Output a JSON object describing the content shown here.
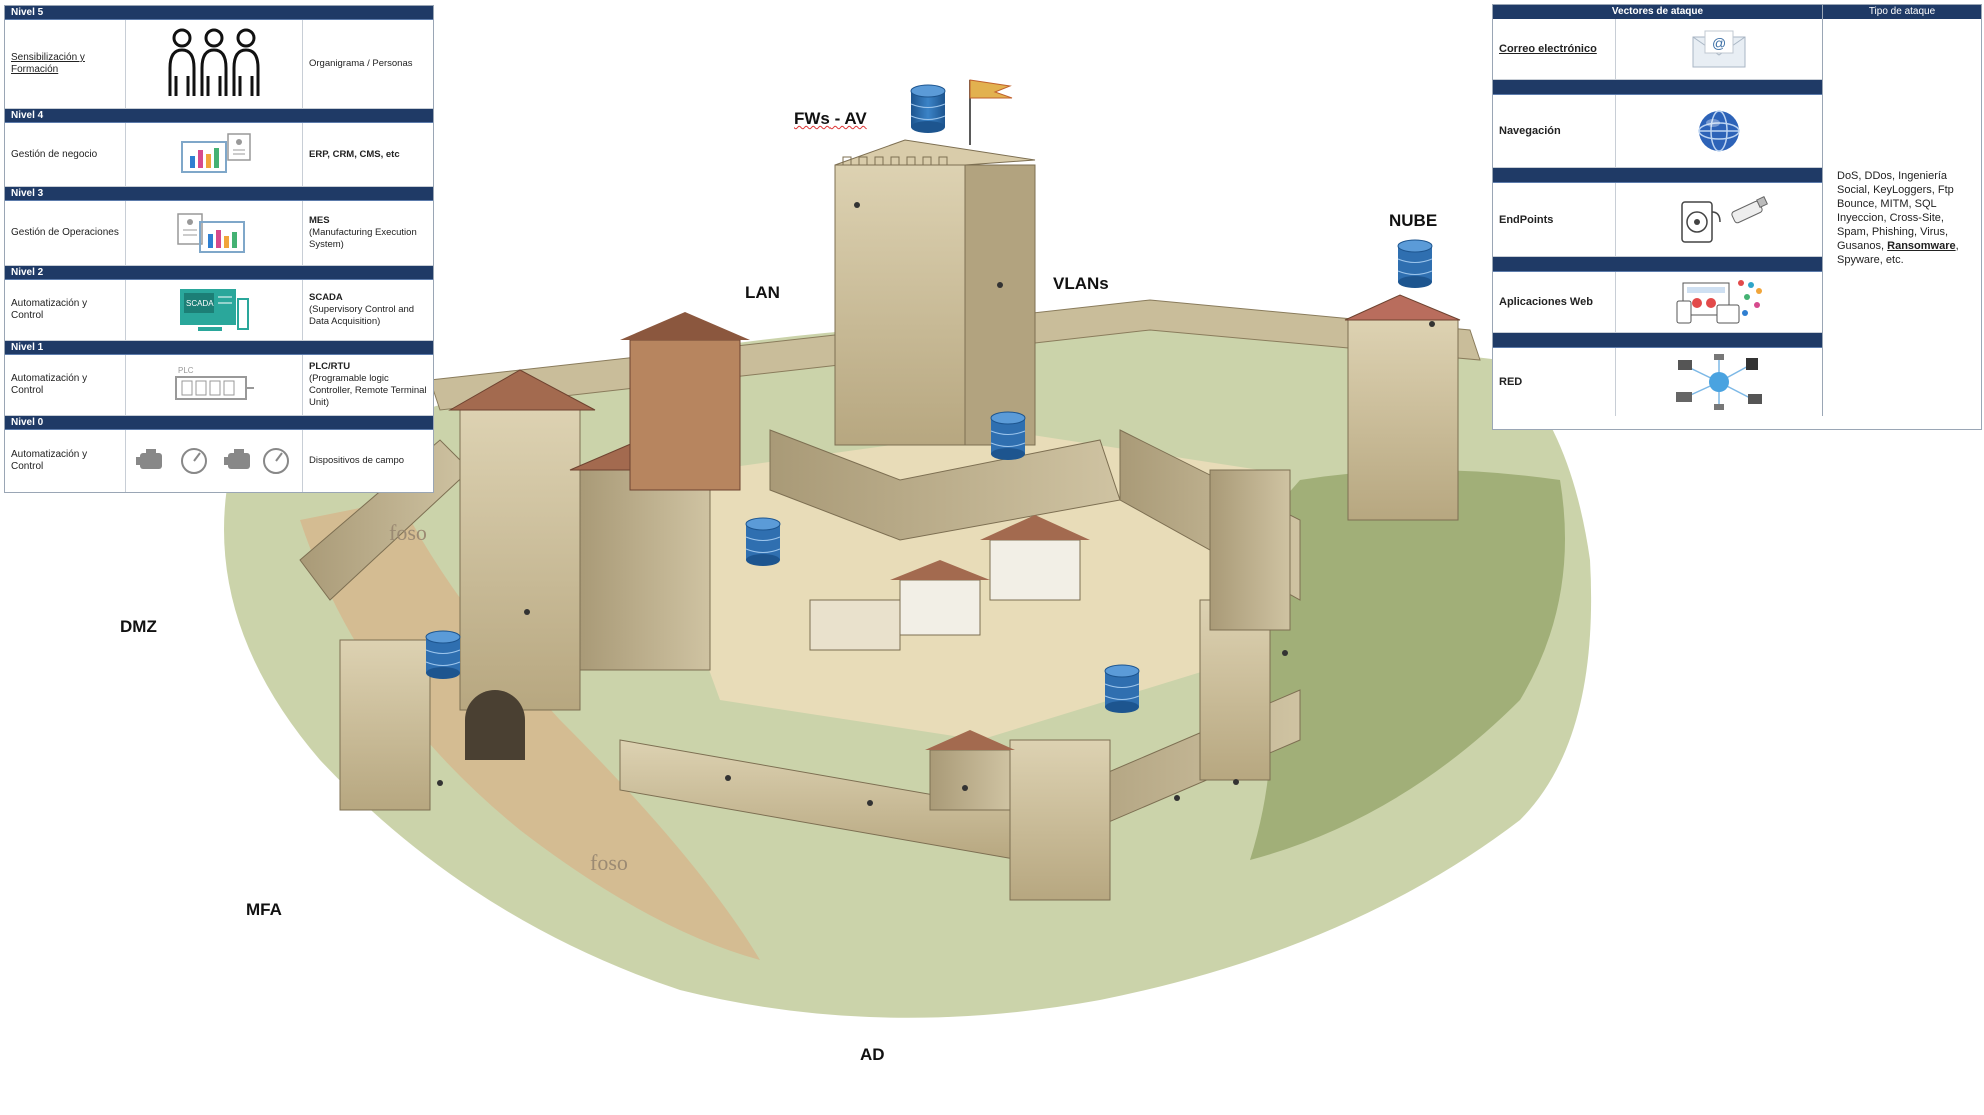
{
  "levels_table": {
    "rows": [
      {
        "level": "Nivel 5",
        "name": "Sensibilización y Formación",
        "desc_title": "",
        "desc": "Organigrama / Personas",
        "icon": "people-icon"
      },
      {
        "level": "Nivel 4",
        "name": "Gestión de negocio",
        "desc_title": "ERP, CRM, CMS, etc",
        "desc": "",
        "icon": "business-dashboard-icon"
      },
      {
        "level": "Nivel 3",
        "name": "Gestión de Operaciones",
        "desc_title": "MES",
        "desc": "(Manufacturing Execution System)",
        "icon": "operations-dashboard-icon"
      },
      {
        "level": "Nivel 2",
        "name": "Automatización y Control",
        "desc_title": "SCADA",
        "desc": "(Supervisory Control and Data Acquisition)",
        "icon": "scada-icon",
        "icon_text": "SCADA"
      },
      {
        "level": "Nivel 1",
        "name": "Automatización y Control",
        "desc_title": "PLC/RTU",
        "desc": "(Programable logic Controller, Remote Terminal Unit)",
        "icon": "plc-icon",
        "icon_text": "PLC"
      },
      {
        "level": "Nivel 0",
        "name": "Automatización y Control",
        "desc_title": "",
        "desc": "Dispositivos de campo",
        "icon": "field-devices-icon"
      }
    ]
  },
  "vectors_table": {
    "header_vectors": "Vectores de ataque",
    "header_type": "Tipo de ataque",
    "rows": [
      {
        "label": "Correo electrónico",
        "icon": "email-icon"
      },
      {
        "label": "Navegación",
        "icon": "globe-icon"
      },
      {
        "label": "EndPoints",
        "icon": "endpoint-devices-icon"
      },
      {
        "label": "Aplicaciones Web",
        "icon": "web-apps-icon"
      },
      {
        "label": "RED",
        "icon": "network-icon"
      }
    ],
    "attack_types_before": "DoS, DDos, Ingeniería Social, KeyLoggers, Ftp Bounce, MITM, SQL Inyeccion, Cross-Site, Spam, Phishing, Virus, Gusanos, ",
    "attack_types_bold": "Ransomware",
    "attack_types_after": ", Spyware, etc."
  },
  "labels": {
    "fws": "FWs",
    "fws_rest": " - AV",
    "lan": "LAN",
    "vlans": "VLANs",
    "nube": "NUBE",
    "dmz": "DMZ",
    "mfa": "MFA",
    "ad": "AD",
    "foso_1": "foso",
    "foso_2": "foso"
  },
  "colors": {
    "table_header": "#1f3a66",
    "database": "#2f6fb0",
    "stone": "#cdbf9c",
    "roof": "#a36a4f",
    "grass": "#9fae72"
  }
}
